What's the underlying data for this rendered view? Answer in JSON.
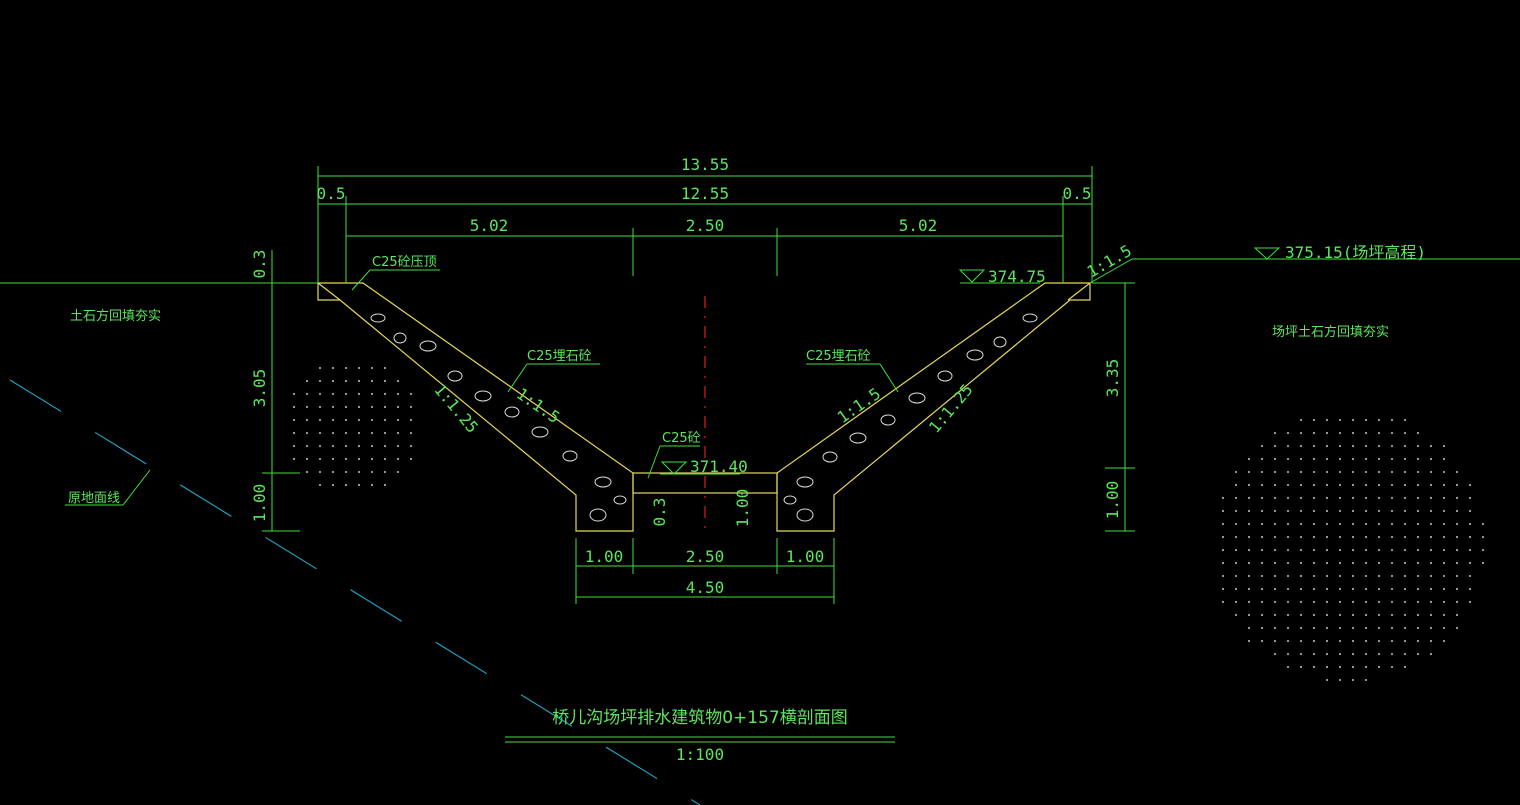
{
  "title": "桥儿沟场坪排水建筑物0+157横剖面图",
  "scale": "1:100",
  "dims": {
    "total_width": "13.55",
    "inner_width": "12.55",
    "edge_left": "0.5",
    "edge_right": "0.5",
    "seg_left": "5.02",
    "seg_mid": "2.50",
    "seg_right": "5.02",
    "left_cap": "0.3",
    "left_slope_h": "3.05",
    "left_base_h": "1.00",
    "right_slope_h": "3.35",
    "right_base_h": "1.00",
    "base_slab": "0.3",
    "base_wall": "1.00",
    "bottom_left": "1.00",
    "bottom_mid": "2.50",
    "bottom_right": "1.00",
    "bottom_total": "4.50"
  },
  "elevations": {
    "left_top": "374.75",
    "bottom": "371.40",
    "site": "375.15(场坪高程)"
  },
  "slopes": {
    "inner_left": "1:1.5",
    "outer_left": "1:1.25",
    "inner_right": "1:1.5",
    "outer_right": "1:1.25",
    "ground": "1:1.5"
  },
  "labels": {
    "cap": "C25砼压顶",
    "masonry_left": "C25埋石砼",
    "masonry_right": "C25埋石砼",
    "bottom_concrete": "C25砼",
    "fill_left": "土石方回填夯实",
    "fill_right": "场坪土石方回填夯实",
    "original_ground": "原地面线"
  }
}
